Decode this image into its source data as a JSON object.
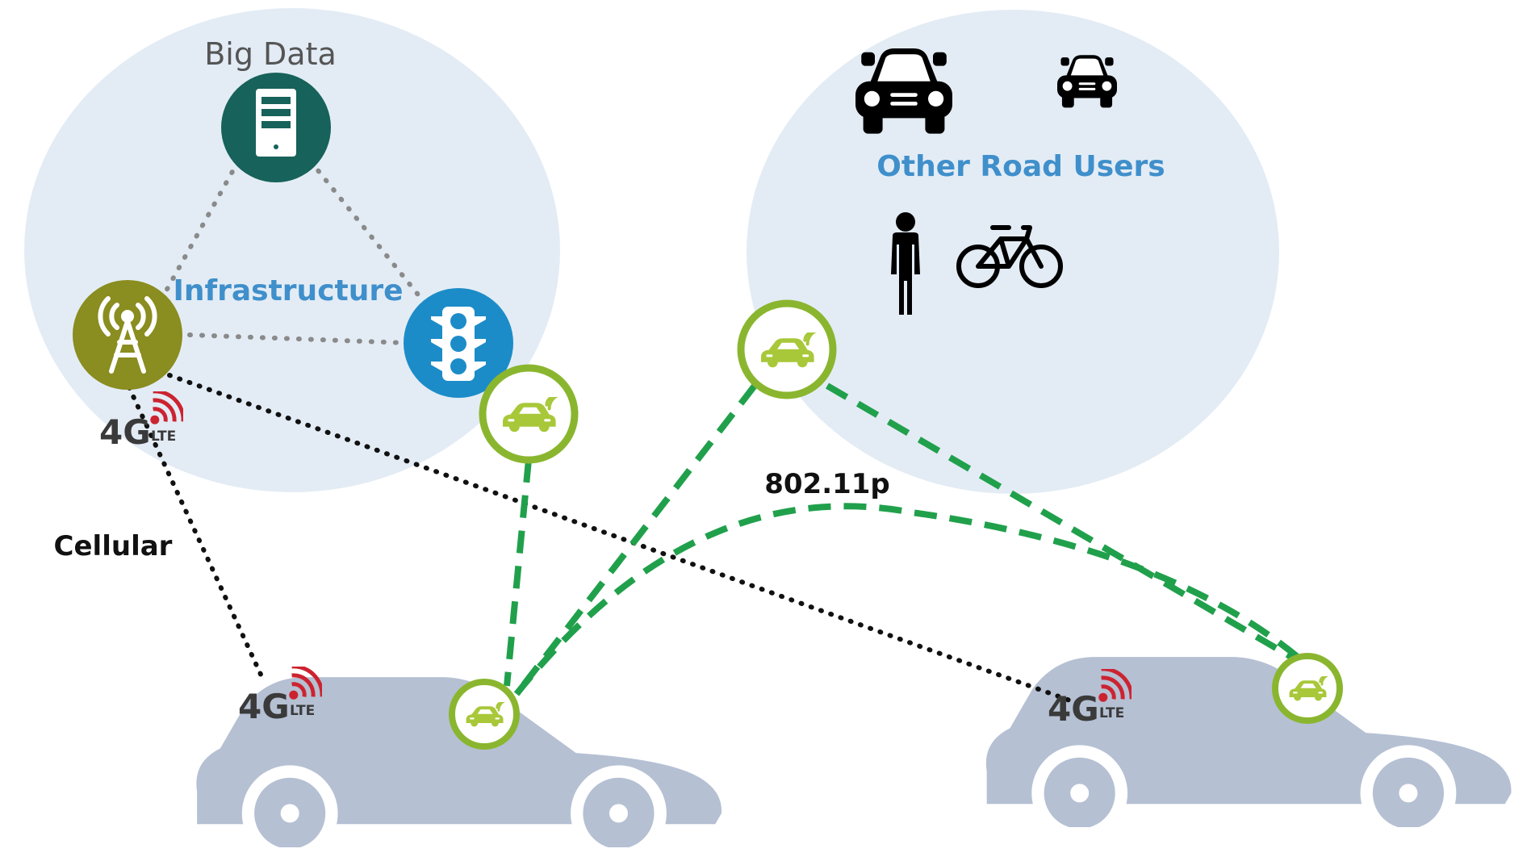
{
  "labels": {
    "big_data": "Big Data",
    "infrastructure": "Infrastructure",
    "other_road_users": "Other Road Users",
    "cellular": "Cellular",
    "wifi_standard": "802.11p"
  },
  "badges": {
    "network": "4G",
    "network_suffix": "LTE"
  },
  "colors": {
    "bubble": "#e3ecf5",
    "server": "#17625a",
    "tower": "#8a8d1f",
    "traffic_light": "#1c8cc8",
    "v2x_ring": "#8ab62f",
    "v2x_icon": "#a8c83a",
    "dsrc_link": "#21a04c",
    "cellular_link": "#111111",
    "infra_link": "#8a8a8a",
    "car_silhouette": "#b5c0d3",
    "label_blue": "#3f8fcb",
    "lte_red": "#cc2330"
  },
  "icons": {
    "server": "server-icon",
    "tower": "cell-tower-icon",
    "traffic_light": "traffic-light-icon",
    "connected_car": "connected-car-icon",
    "car": "car-icon",
    "pedestrian": "pedestrian-icon",
    "bicycle": "bicycle-icon",
    "lte": "lte-icon"
  }
}
